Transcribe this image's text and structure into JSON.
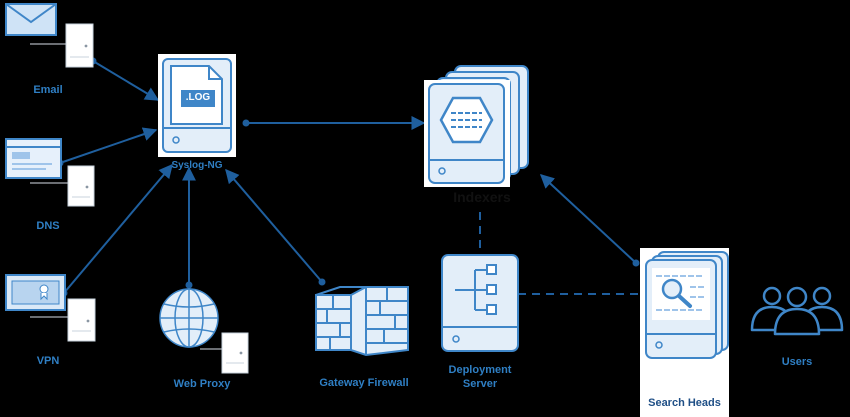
{
  "labels": {
    "email": "Email",
    "dns": "DNS",
    "vpn": "VPN",
    "syslog": "Syslog-NG",
    "log_badge": ".LOG",
    "indexers": "Indexers",
    "web_proxy": "Web Proxy",
    "firewall": "Gateway Firewall",
    "deployment_line1": "Deployment",
    "deployment_line2": "Server",
    "search_heads": "Search Heads",
    "users": "Users"
  },
  "colors": {
    "primary": "#3f86c8",
    "light_fill": "#e3eef9",
    "background": "#000000"
  }
}
